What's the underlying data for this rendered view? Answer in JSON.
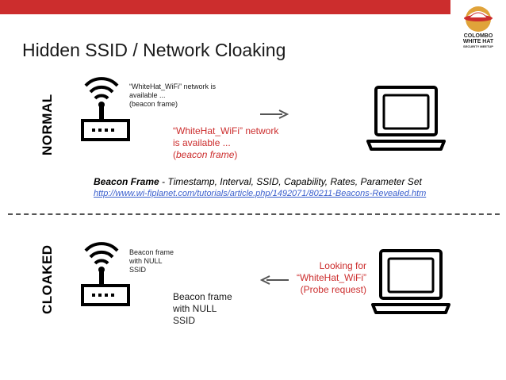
{
  "slide": {
    "title": "Hidden SSID / Network Cloaking",
    "logo_lines": [
      "COLOMBO",
      "WHITE HAT",
      "SECURITY MEETUP"
    ],
    "accent_color": "#cc2d2d",
    "link_color": "#3a5fcd"
  },
  "normal": {
    "label": "NORMAL",
    "router_note": [
      "“WhiteHat_WiFi” network is",
      "available ...",
      "(beacon frame)"
    ],
    "broadcast_lines": [
      "“WhiteHat_WiFi” network",
      "is available ..."
    ],
    "broadcast_paren_open": "(",
    "broadcast_paren_italic": "beacon frame",
    "broadcast_paren_close": ")",
    "arrow_direction": "right",
    "beacon_title": "Beacon Frame",
    "beacon_details": " - Timestamp, Interval, SSID, Capability, Rates, Parameter Set",
    "beacon_link": "http://www.wi-fiplanet.com/tutorials/article.php/1492071/80211-Beacons-Revealed.htm"
  },
  "cloaked": {
    "label": "CLOAKED",
    "router_note": [
      "Beacon frame",
      "with NULL",
      "SSID"
    ],
    "router_caption": [
      "Beacon frame",
      "with NULL",
      "SSID"
    ],
    "probe_lines": [
      "Looking for",
      "“WhiteHat_WiFi”",
      "(Probe request)"
    ],
    "arrow_direction": "left"
  }
}
